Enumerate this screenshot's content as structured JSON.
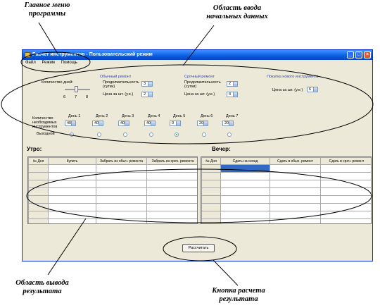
{
  "annotations": {
    "main_menu": "Главное меню программы",
    "input_area": "Область ввода начальных данных",
    "output_area": "Область вывода результата",
    "calc_button": "Кнопка расчета результата"
  },
  "window": {
    "title": "Расчет инструментов - Пользовательский режим",
    "controls": {
      "minimize": "_",
      "maximize": "□",
      "close": "×"
    }
  },
  "menu": {
    "file": "Файл",
    "mode": "Режим",
    "help": "Помощь"
  },
  "inputs": {
    "days_label": "Количество дней:",
    "days_ticks": [
      "6",
      "7",
      "8"
    ],
    "days_value": 7,
    "ordinary": {
      "title": "Обычный ремонт",
      "duration_label": "Продолжительность (сутки)",
      "duration_value": "3",
      "price_label": "Цена за шт. (у.е.)",
      "price_value": "2"
    },
    "urgent": {
      "title": "Срочный ремонт",
      "duration_label": "Продолжительность (сутки)",
      "duration_value": "2",
      "price_label": "Цена за шт. (у.е.)",
      "price_value": "4"
    },
    "purchase": {
      "title": "Покупка нового инструмента",
      "price_label": "Цена за шт. (у.е.)",
      "price_value": "6"
    },
    "needed_label": "Количество необходимых инструментов",
    "dayoff_label": "Выходной",
    "days": [
      {
        "label": "День 1",
        "value": "40",
        "dayoff": false
      },
      {
        "label": "День 2",
        "value": "40",
        "dayoff": false
      },
      {
        "label": "День 3",
        "value": "40",
        "dayoff": false
      },
      {
        "label": "День 4",
        "value": "40",
        "dayoff": false
      },
      {
        "label": "День 5",
        "value": "0",
        "dayoff": true
      },
      {
        "label": "День 6",
        "value": "20",
        "dayoff": false
      },
      {
        "label": "День 7",
        "value": "20",
        "dayoff": false
      }
    ]
  },
  "morning": {
    "title": "Утро:",
    "columns": [
      "№ Дня",
      "Купить",
      "Забрать из обыч. ремонта",
      "Забрать из сроч. ремонта"
    ]
  },
  "evening": {
    "title": "Вечер:",
    "columns": [
      "№ Дня",
      "Сдать на склад",
      "Сдать в обыч. ремонт",
      "Сдать в сроч. ремонт"
    ]
  },
  "calculate_button": "Рассчитать"
}
